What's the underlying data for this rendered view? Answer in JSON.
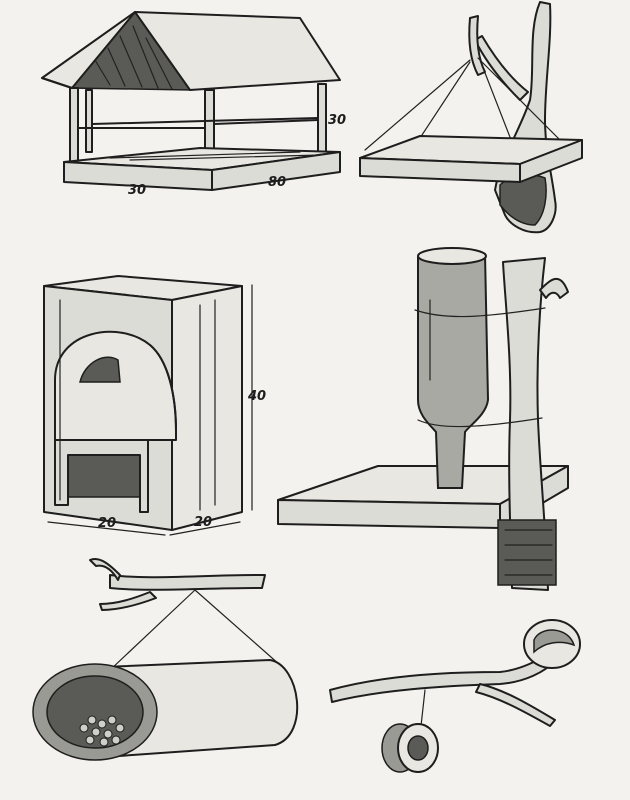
{
  "dimensions": {
    "feeder_house_height": "30",
    "feeder_house_width": "30",
    "feeder_house_length": "80",
    "hopper_height": "40",
    "hopper_width": "20",
    "hopper_depth": "20"
  },
  "colors": {
    "paper": "#f3f2ee",
    "ink": "#1e1e1e",
    "shade": "#5a5a56"
  }
}
